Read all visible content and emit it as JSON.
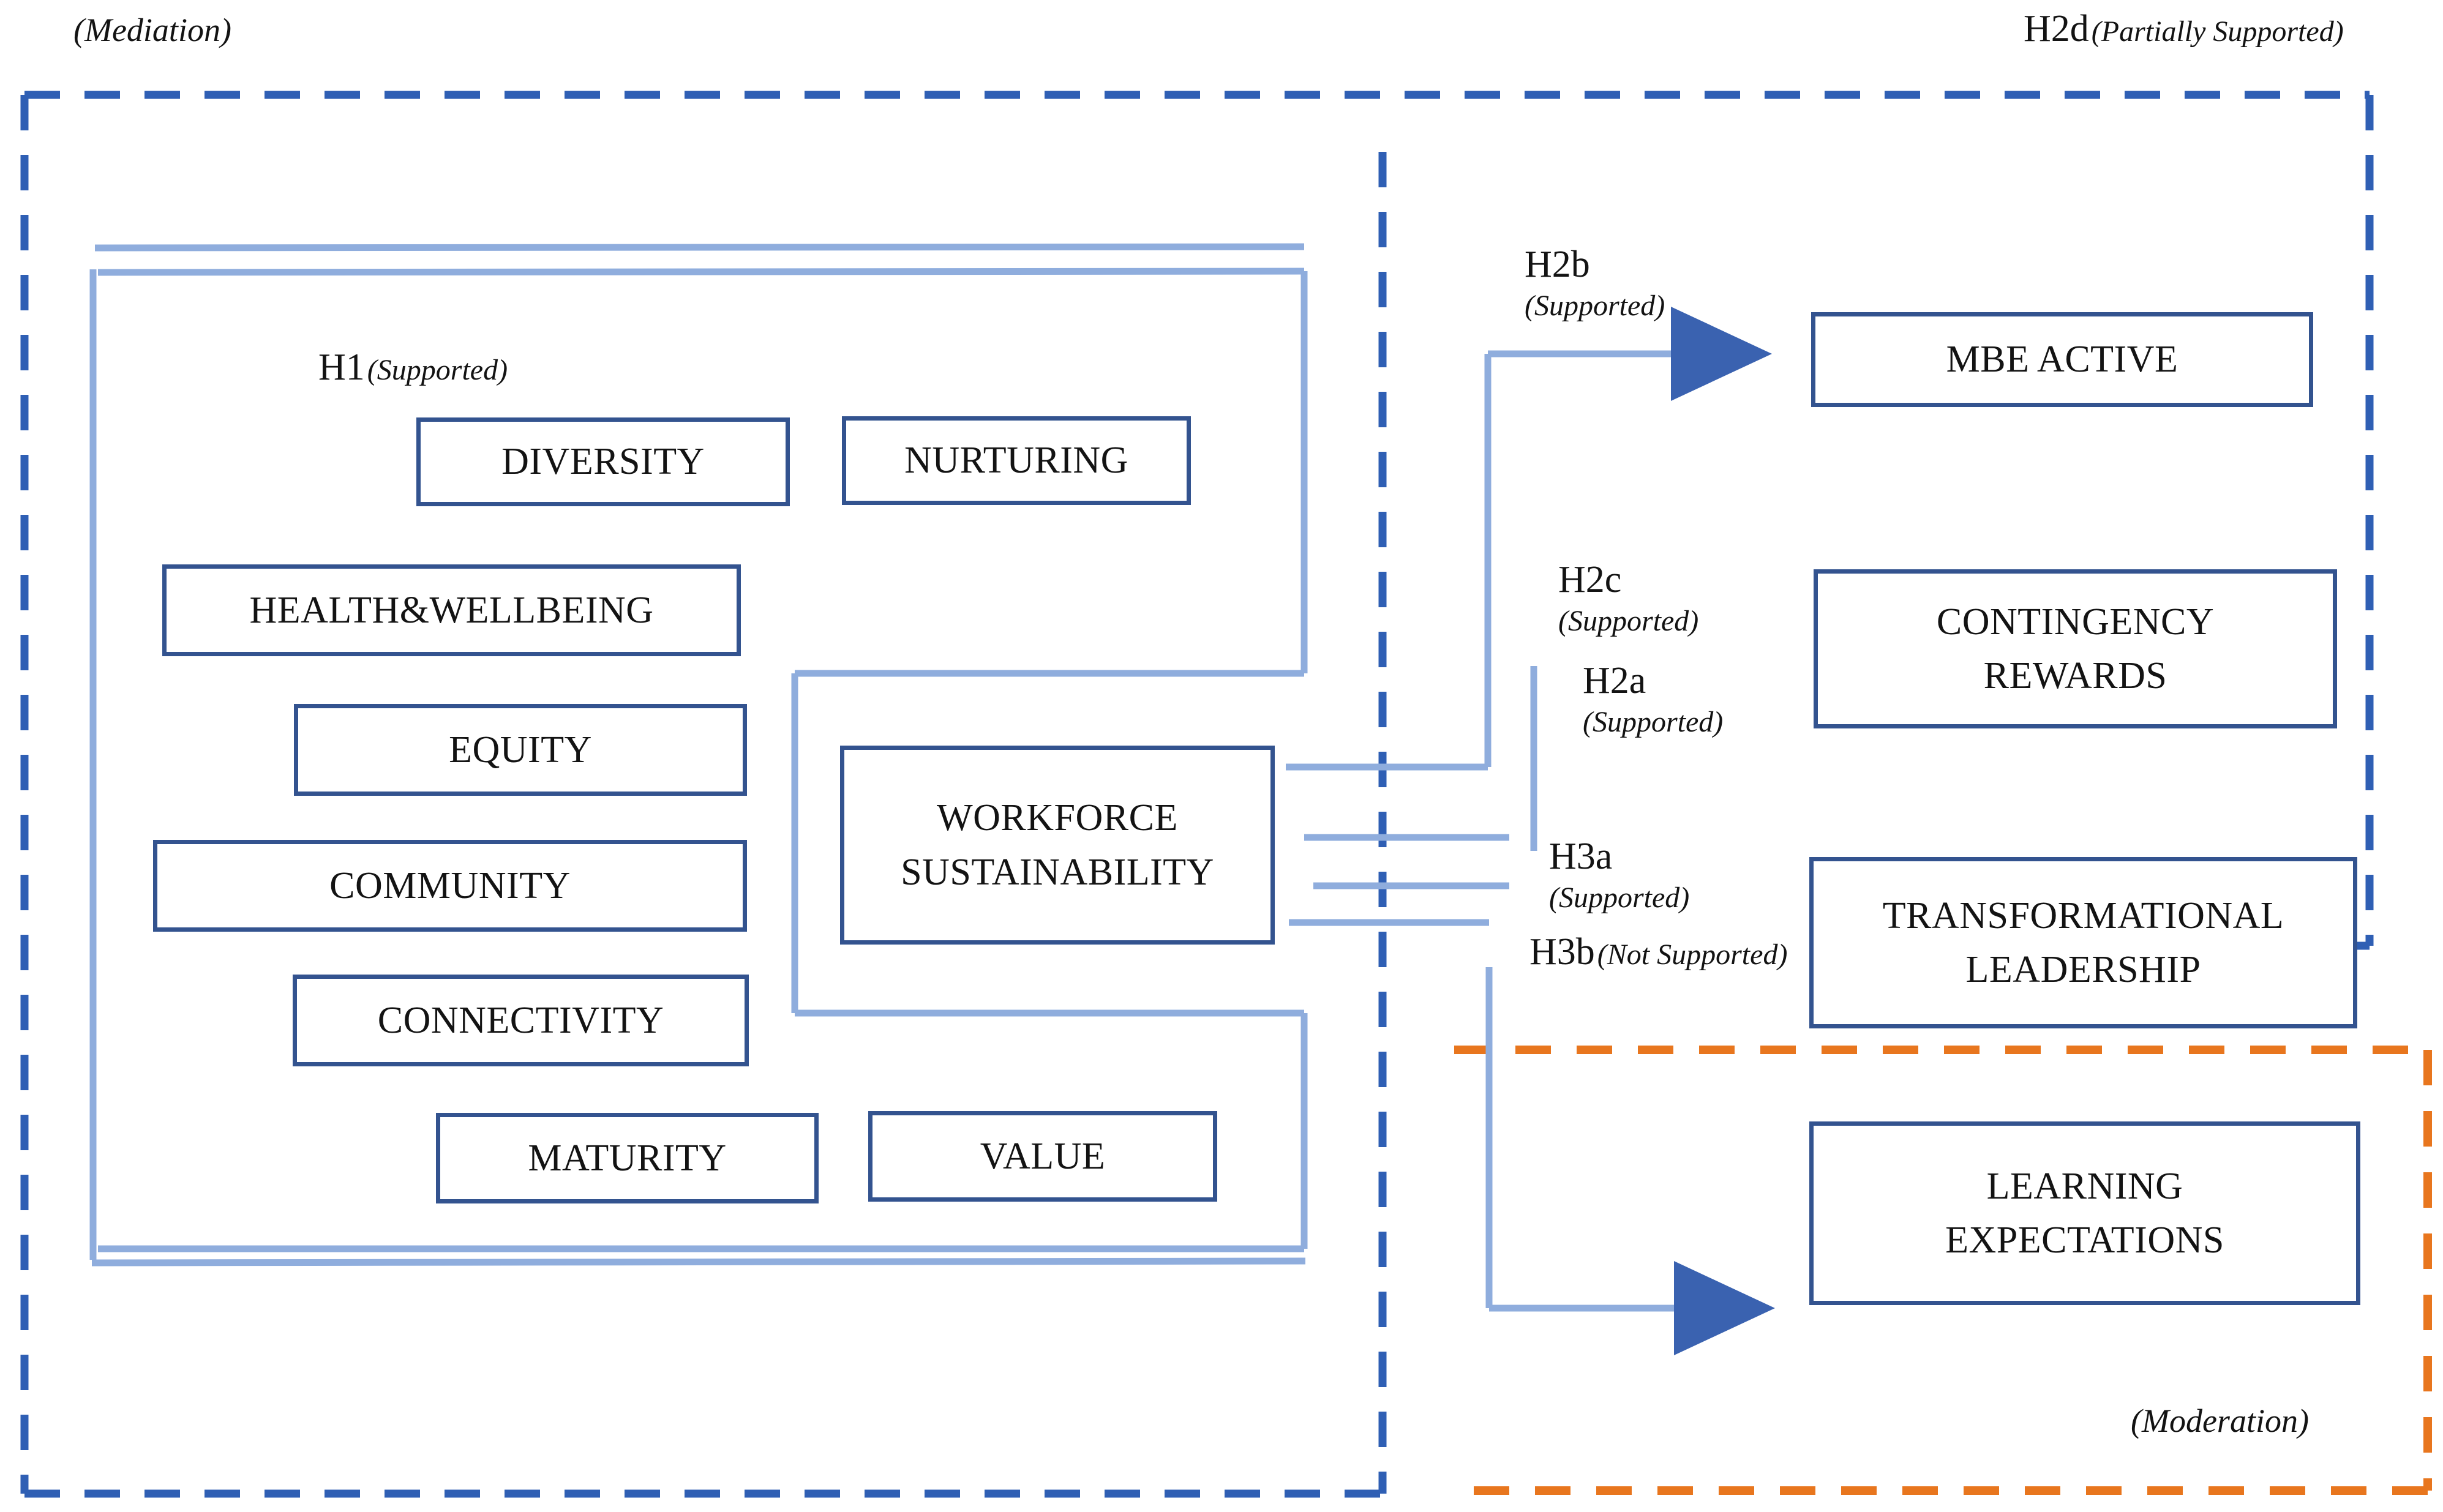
{
  "diagram": {
    "title_regions": {
      "mediation": "(Mediation)",
      "moderation": "(Moderation)"
    },
    "colors": {
      "box_border": "#33538f",
      "connector_line": "#8faddd",
      "arrow_head": "#3a62b0",
      "mediation_dashed": "#2f5fb4",
      "moderation_dashed": "#e8761e",
      "text": "#131313",
      "background": "#ffffff"
    },
    "hypotheses": [
      {
        "id": "h1",
        "code": "H1",
        "status": "(Supported)",
        "layout": "inline"
      },
      {
        "id": "h2b",
        "code": "H2b",
        "status": "(Supported)",
        "layout": "stack"
      },
      {
        "id": "h2c",
        "code": "H2c",
        "status": "(Supported)",
        "layout": "stack"
      },
      {
        "id": "h2a",
        "code": "H2a",
        "status": "(Supported)",
        "layout": "stack"
      },
      {
        "id": "h3a",
        "code": "H3a",
        "status": "(Supported)",
        "layout": "stack"
      },
      {
        "id": "h3b",
        "code": "H3b",
        "status": "(Not Supported)",
        "layout": "inline"
      },
      {
        "id": "h2d",
        "code": "H2d",
        "status": "(Partially Supported)",
        "layout": "inline"
      }
    ],
    "antecedent_boxes": [
      {
        "id": "diversity",
        "label": "DIVERSITY"
      },
      {
        "id": "nurturing",
        "label": "NURTURING"
      },
      {
        "id": "health-wellbeing",
        "label": "HEALTH&WELLBEING"
      },
      {
        "id": "equity",
        "label": "EQUITY"
      },
      {
        "id": "community",
        "label": "COMMUNITY"
      },
      {
        "id": "connectivity",
        "label": "CONNECTIVITY"
      },
      {
        "id": "maturity",
        "label": "MATURITY"
      },
      {
        "id": "value",
        "label": "VALUE"
      }
    ],
    "mediator_box": {
      "id": "workforce-sustainability",
      "label": "WORKFORCE\nSUSTAINABILITY"
    },
    "outcome_boxes": [
      {
        "id": "mbe-active",
        "label": "MBE  ACTIVE"
      },
      {
        "id": "contingency-rewards",
        "label": "CONTINGENCY\nREWARDS"
      },
      {
        "id": "transformational-leadership",
        "label": "TRANSFORMATIONAL\nLEADERSHIP"
      },
      {
        "id": "learning-expectations",
        "label": "LEARNING\nEXPECTATIONS"
      }
    ]
  }
}
